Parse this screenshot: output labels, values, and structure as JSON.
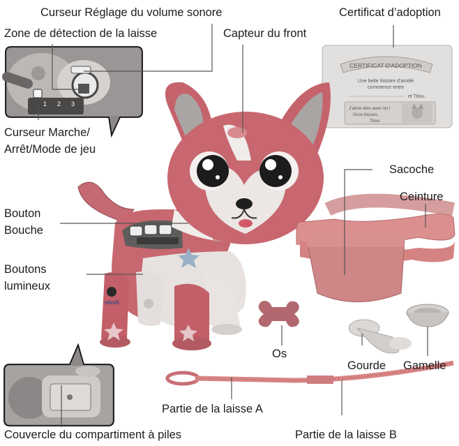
{
  "labels": {
    "volume": "Curseur Réglage du volume sonore",
    "leash_zone": "Zone de détection de la laisse",
    "power_line1": "Curseur Marche/",
    "power_line2": "Arrêt/Mode de jeu",
    "mouth_line1": "Bouton",
    "mouth_line2": "Bouche",
    "lights_line1": "Boutons",
    "lights_line2": "lumineux",
    "battery": "Couvercle du compartiment à piles",
    "certificate": "Certificat d’adoption",
    "forehead": "Capteur du front",
    "pouch": "Sacoche",
    "belt": "Ceinture",
    "bone": "Os",
    "bottle": "Gourde",
    "bowl": "Gamelle",
    "leash_a": "Partie de la laisse A",
    "leash_b": "Partie de la laisse B"
  },
  "certificate_card": {
    "title": "CERTIFICAT D'ADOPTION",
    "line1": "Une belle histoire d’amitié",
    "line2": "commence entre",
    "line3": "et Titou.",
    "note1": "J’aime être avec toi !",
    "note2": "Gros bisous.",
    "note3": "Titou"
  },
  "toy": {
    "brand": "vtech",
    "mode_numbers": [
      "1",
      "2",
      "3"
    ]
  },
  "colors": {
    "leader_line": "#555555",
    "dog_pink": "#cf6b73",
    "dog_white": "#ebe6e4",
    "belt_pink": "#dd8e8e",
    "leash_pink": "#d98484"
  }
}
